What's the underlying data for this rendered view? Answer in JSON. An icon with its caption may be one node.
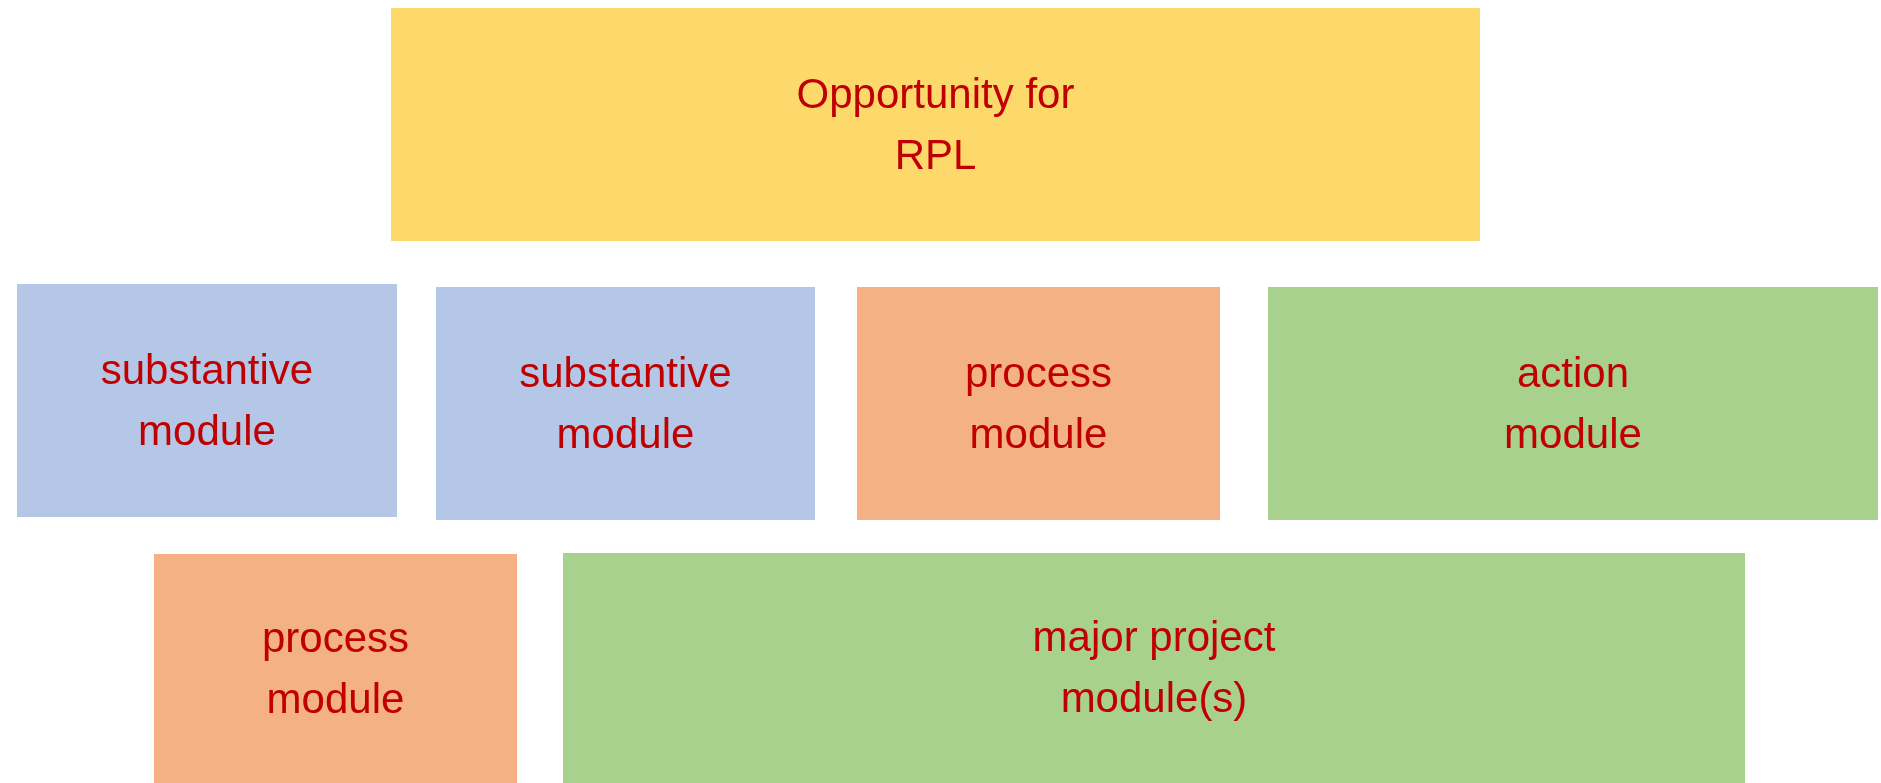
{
  "diagram": {
    "nodes": [
      {
        "text": [
          "Opportunity for RPL"
        ]
      },
      {
        "text": [
          "substantive module"
        ]
      },
      {
        "text": [
          "substantive module"
        ]
      },
      {
        "text": [
          "process module"
        ]
      },
      {
        "text": [
          "action module"
        ]
      },
      {
        "text": [
          "process module"
        ]
      },
      {
        "text": [
          "major project module(s)"
        ]
      }
    ]
  }
}
